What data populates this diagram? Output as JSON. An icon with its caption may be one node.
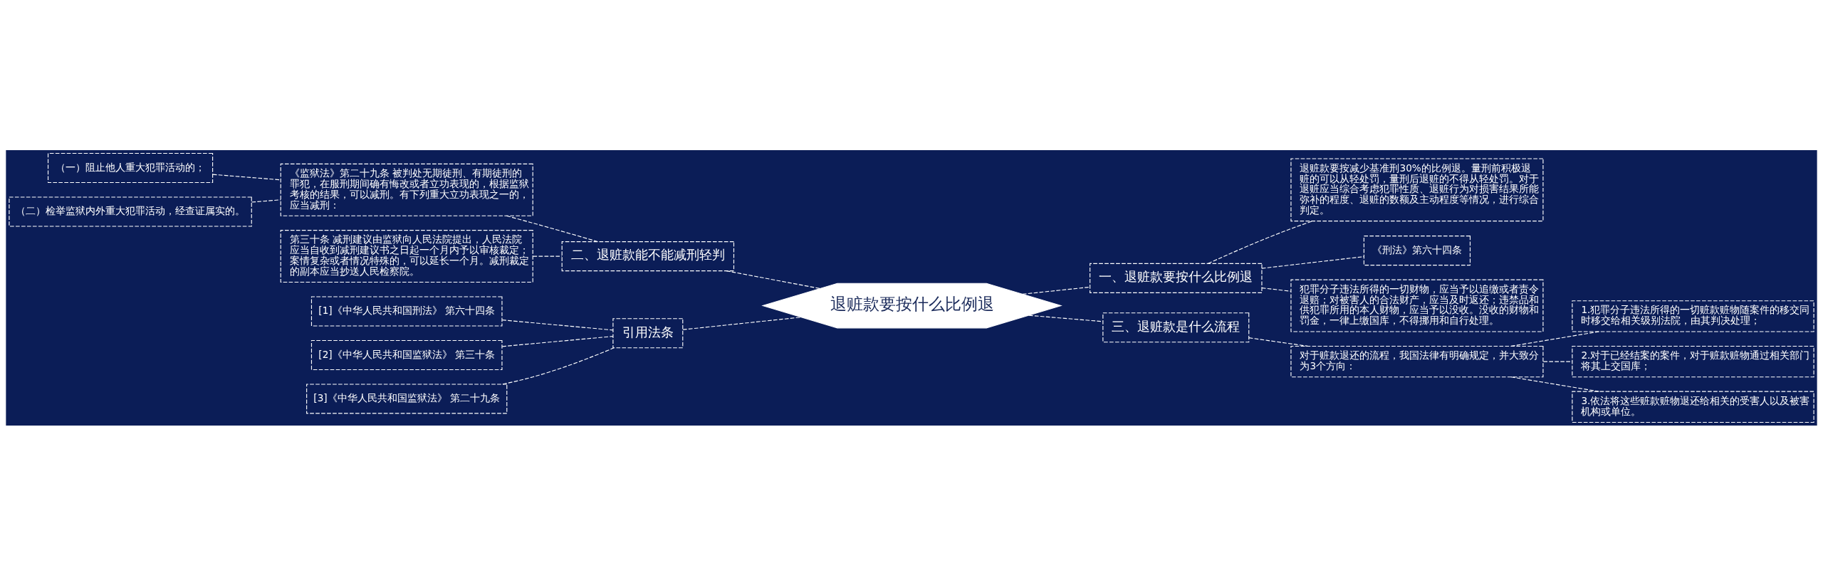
{
  "diagram": {
    "nodes": [
      {
        "text": [
          "退赃款要按什么比例退"
        ]
      },
      {
        "text": [
          "一、退赃款要按什么比例退"
        ]
      },
      {
        "text": [
          "退赃款要按减少基准刑30%的比例退。量刑前积极退赃的可以从轻处罚，量刑后退赃的不得从轻处罚。对于退赃应当综合考虑犯罪性质、退赃行为对损害结果所能弥补的程度、退赃的数额及主动程度等情况，进行综合判定。"
        ]
      },
      {
        "text": [
          "《刑法》第六十四条"
        ]
      },
      {
        "text": [
          "犯罪分子违法所得的一切财物，应当予以追缴或者责令退赔；对被害人的合法财产，应当及时返还；违禁品和供犯罪所用的本人财物，应当予以没收。没收的财物和罚金，一律上缴国库，不得挪用和自行处理。"
        ]
      },
      {
        "text": [
          "三、退赃款是什么流程"
        ]
      },
      {
        "text": [
          "对于赃款退还的流程，我国法律有明确规定，并大致分为3个方向："
        ]
      },
      {
        "text": [
          "1.犯罪分子违法所得的一切赃款赃物随案件的移交同时移交给相关级别法院，由其判决处理；"
        ]
      },
      {
        "text": [
          "2.对于已经结案的案件，对于赃款赃物通过相关部门将其上交国库；"
        ]
      },
      {
        "text": [
          "3.依法将这些赃款赃物退还给相关的受害人以及被害机构或单位。"
        ]
      },
      {
        "text": [
          "二、退赃款能不能减刑轻判"
        ]
      },
      {
        "text": [
          "《监狱法》第二十九条 被判处无期徒刑、有期徒刑的罪犯，在服刑期间确有悔改或者立功表现的，根据监狱考核的结果，可以减刑。有下列重大立功表现之一的，应当减刑："
        ]
      },
      {
        "text": [
          "（一）阻止他人重大犯罪活动的；"
        ]
      },
      {
        "text": [
          "（二）检举监狱内外重大犯罪活动，经查证属实的。"
        ]
      },
      {
        "text": [
          "第三十条 减刑建议由监狱向人民法院提出，人民法院应当自收到减刑建议书之日起一个月内予以审核裁定；案情复杂或者情况特殊的，可以延长一个月。减刑裁定的副本应当抄送人民检察院。"
        ]
      },
      {
        "text": [
          "引用法条"
        ]
      },
      {
        "text": [
          "[1]《中华人民共和国刑法》 第六十四条"
        ]
      },
      {
        "text": [
          "[2]《中华人民共和国监狱法》 第三十条"
        ]
      },
      {
        "text": [
          "[3]《中华人民共和国监狱法》 第二十九条"
        ]
      }
    ],
    "edges": [
      {
        "from": 0,
        "to": 1,
        "arrow": "none"
      },
      {
        "from": 1,
        "to": 2,
        "arrow": "none"
      },
      {
        "from": 1,
        "to": 3,
        "arrow": "none"
      },
      {
        "from": 1,
        "to": 4,
        "arrow": "none"
      },
      {
        "from": 0,
        "to": 5,
        "arrow": "none"
      },
      {
        "from": 5,
        "to": 6,
        "arrow": "none"
      },
      {
        "from": 6,
        "to": 7,
        "arrow": "none"
      },
      {
        "from": 6,
        "to": 8,
        "arrow": "none"
      },
      {
        "from": 6,
        "to": 9,
        "arrow": "none"
      },
      {
        "from": 0,
        "to": 10,
        "arrow": "none"
      },
      {
        "from": 10,
        "to": 11,
        "arrow": "none"
      },
      {
        "from": 11,
        "to": 12,
        "arrow": "none"
      },
      {
        "from": 11,
        "to": 13,
        "arrow": "none"
      },
      {
        "from": 10,
        "to": 14,
        "arrow": "none"
      },
      {
        "from": 0,
        "to": 15,
        "arrow": "none"
      },
      {
        "from": 15,
        "to": 16,
        "arrow": "none"
      },
      {
        "from": 15,
        "to": 17,
        "arrow": "none"
      },
      {
        "from": 15,
        "to": 18,
        "arrow": "none"
      }
    ]
  }
}
